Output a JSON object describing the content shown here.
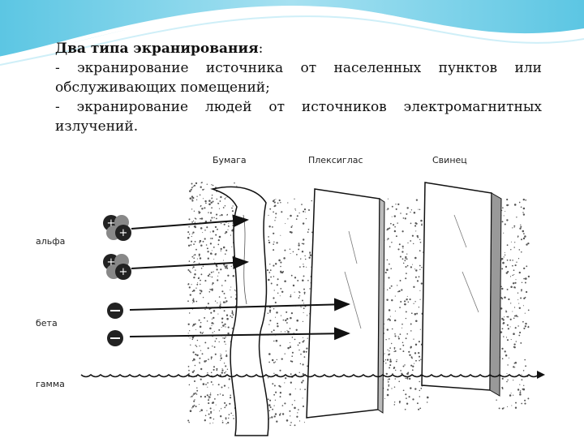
{
  "slide": {
    "title": "Два типа экранирования",
    "title_suffix": ":",
    "item1_line1": "- экранирование источника от населенных пунктов или",
    "item1_line2": "обслуживающих помещений;",
    "item2_line1": "- экранирование людей от источников электромагнитных",
    "item2_line2": "излучений."
  },
  "diagram": {
    "barriers": [
      "Бумага",
      "Плексиглас",
      "Свинец"
    ],
    "radiation": [
      "альфа",
      "бета",
      "гамма"
    ],
    "accent_color": "#4ab8d8"
  }
}
